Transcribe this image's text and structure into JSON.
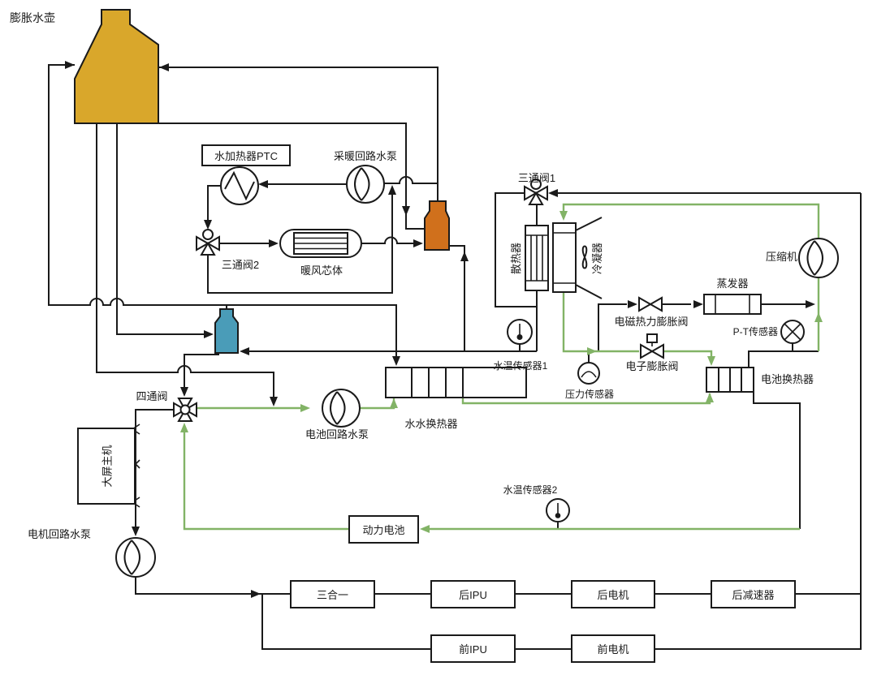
{
  "labels": {
    "expansion_tank": "膨胀水壶",
    "water_heater_ptc": "水加热器PTC",
    "heating_loop_pump": "采暖回路水泵",
    "three_way_valve_2": "三通阀2",
    "heater_core": "暖风芯体",
    "three_way_valve_1": "三通阀1",
    "radiator": "散热器",
    "condenser": "冷凝器",
    "compressor": "压缩机",
    "evaporator": "蒸发器",
    "em_thermal_expansion_valve": "电磁热力膨胀阀",
    "pt_sensor": "P-T传感器",
    "water_temp_sensor_1": "水温传感器1",
    "electronic_expansion_valve": "电子膨胀阀",
    "pressure_sensor": "压力传感器",
    "battery_heat_exchanger": "电池换热器",
    "four_way_valve": "四通阀",
    "battery_loop_pump": "电池回路水泵",
    "water_water_heat_exchanger": "水水换热器",
    "large_screen_host": "大屏主机",
    "motor_loop_pump": "电机回路水泵",
    "power_battery": "动力电池",
    "water_temp_sensor_2": "水温传感器2",
    "three_in_one": "三合一",
    "rear_ipu": "后IPU",
    "rear_motor": "后电机",
    "rear_reducer": "后减速器",
    "front_ipu": "前IPU",
    "front_motor": "前电机"
  },
  "colors": {
    "tank": "#D9A72B",
    "bottle_orange": "#D0701C",
    "bottle_blue": "#4A9CB8",
    "pipe_green": "#82B366",
    "pipe_black": "#1A1A1A"
  }
}
